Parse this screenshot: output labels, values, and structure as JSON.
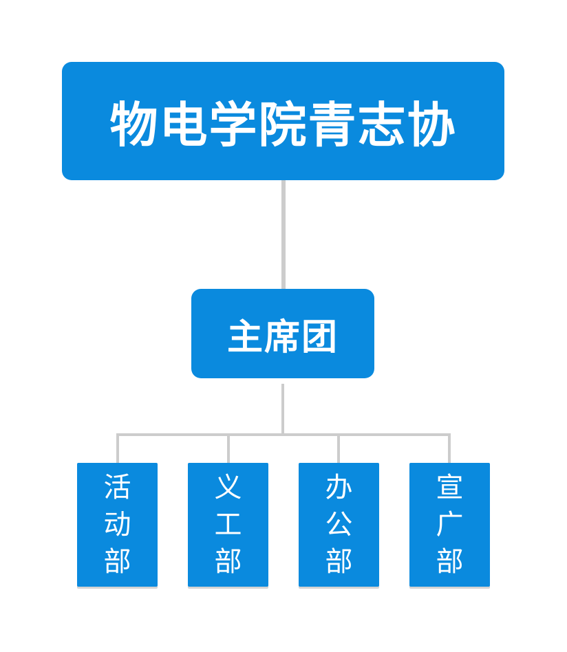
{
  "colors": {
    "node_fill": "#0a8ade",
    "node_text": "#ffffff",
    "connector": "#cccccc"
  },
  "org": {
    "root": {
      "label": "物电学院青志协"
    },
    "presidium": {
      "label": "主席团"
    },
    "departments": [
      {
        "label": "活动部"
      },
      {
        "label": "义工部"
      },
      {
        "label": "办公部"
      },
      {
        "label": "宣广部"
      }
    ]
  }
}
